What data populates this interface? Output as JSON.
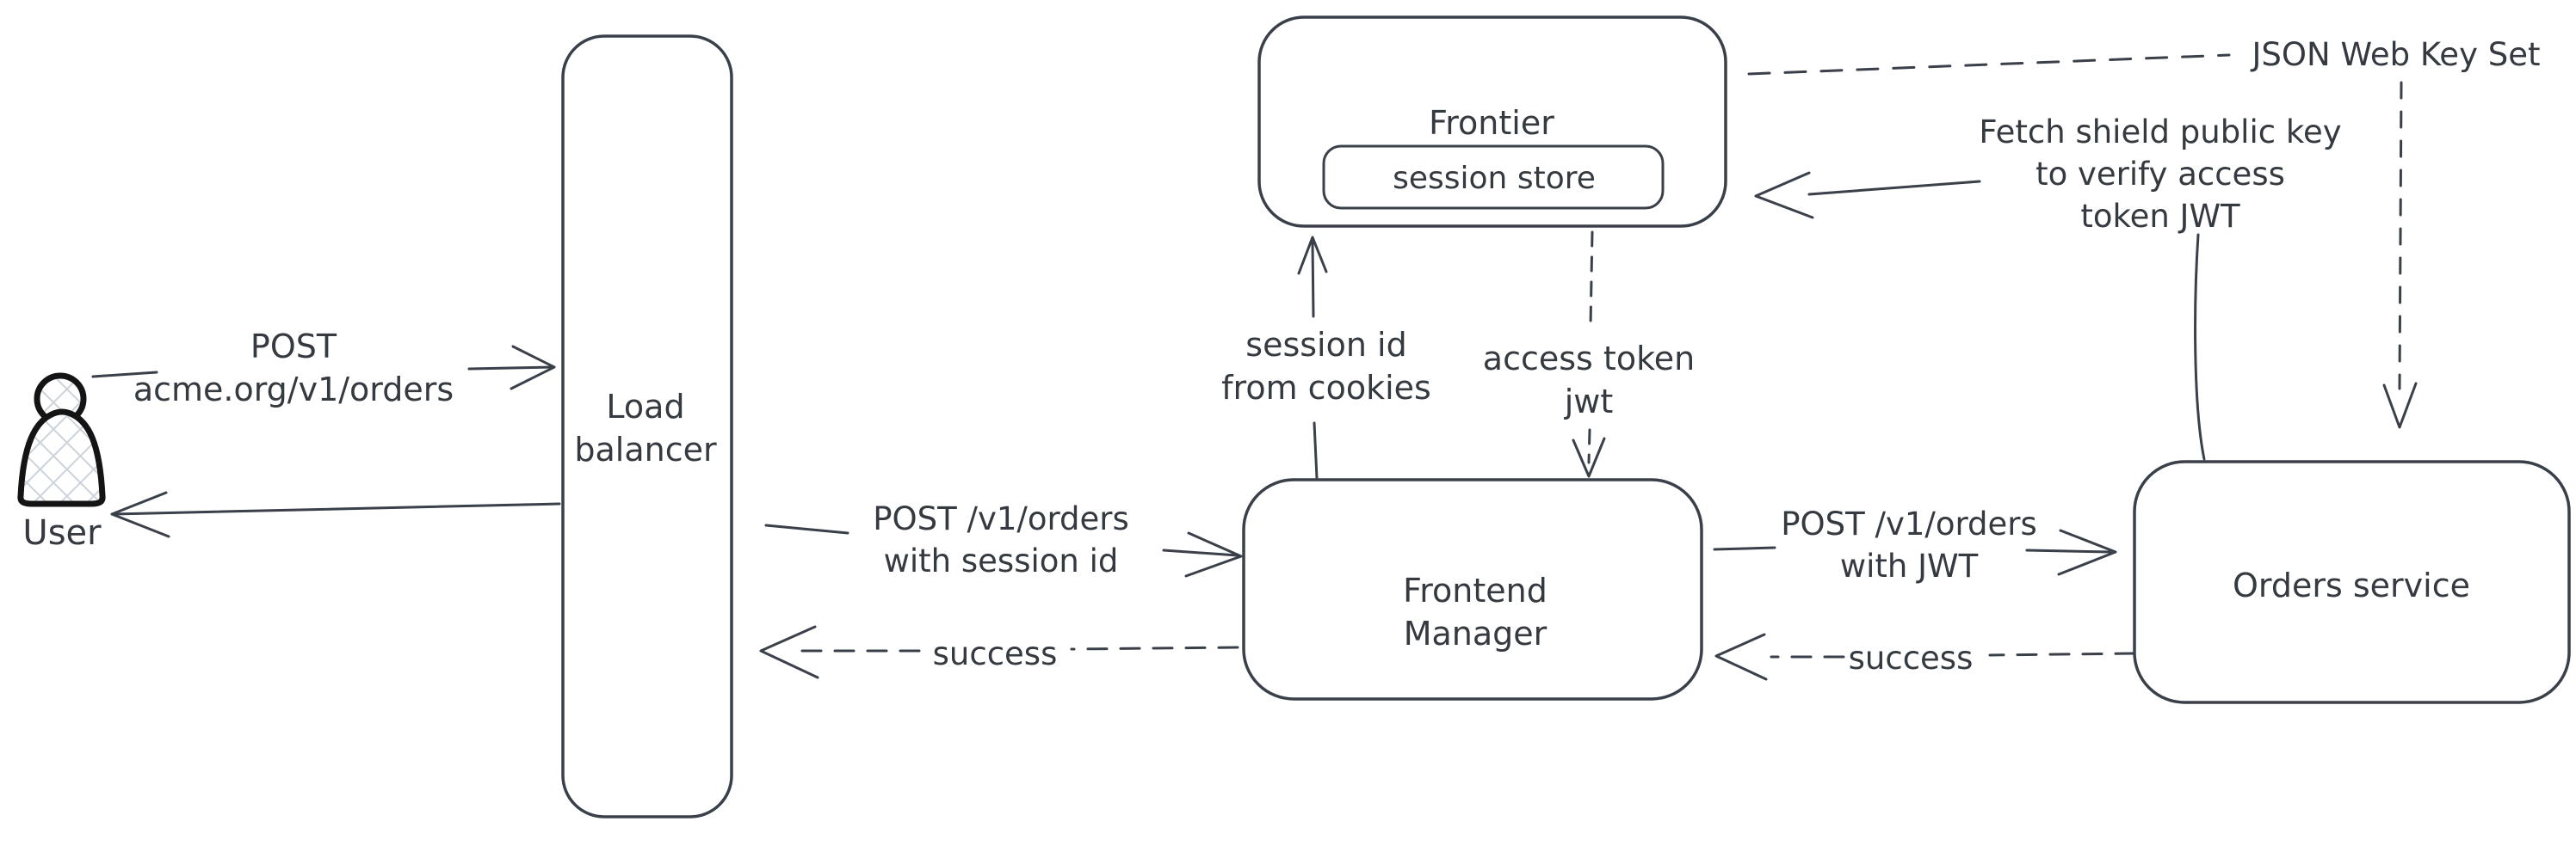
{
  "canvas": {
    "background": "#ffffff",
    "stroke_color": "#3a4049",
    "text_color": "#343a40",
    "user_outline_color": "#141414",
    "user_fill_hatch_color": "#ccd3da"
  },
  "nodes": {
    "user": {
      "label": "User"
    },
    "load_balancer": {
      "line1": "Load",
      "line2": "balancer"
    },
    "frontier": {
      "label": "Frontier"
    },
    "session_store": {
      "label": "session store"
    },
    "frontend_manager": {
      "line1": "Frontend",
      "line2": "Manager"
    },
    "orders_service": {
      "label": "Orders service"
    },
    "json_web_key_set": {
      "label": "JSON Web Key Set"
    }
  },
  "edges": {
    "user_to_load_balancer": {
      "line1": "POST",
      "line2": "acme.org/v1/orders",
      "style": "solid"
    },
    "load_balancer_to_user": {
      "style": "solid"
    },
    "load_balancer_to_frontend_manager": {
      "line1": "POST /v1/orders",
      "line2": "with session id",
      "style": "solid"
    },
    "frontend_manager_to_load_balancer": {
      "label": "success",
      "style": "dashed"
    },
    "frontend_manager_to_frontier": {
      "line1": "session id",
      "line2": "from cookies",
      "style": "solid"
    },
    "frontier_to_frontend_manager": {
      "line1": "access token",
      "line2": "jwt",
      "style": "dashed"
    },
    "frontend_manager_to_orders_service": {
      "line1": "POST /v1/orders",
      "line2": "with JWT",
      "style": "solid"
    },
    "orders_service_to_frontend_manager": {
      "label": "success",
      "style": "dashed"
    },
    "orders_service_to_frontier": {
      "line1": "Fetch shield public key",
      "line2": "to verify access",
      "line3": "token JWT",
      "style": "solid"
    },
    "json_web_key_set_to_frontier": {
      "style": "dashed"
    },
    "json_web_key_set_to_orders_service": {
      "style": "dashed"
    }
  }
}
